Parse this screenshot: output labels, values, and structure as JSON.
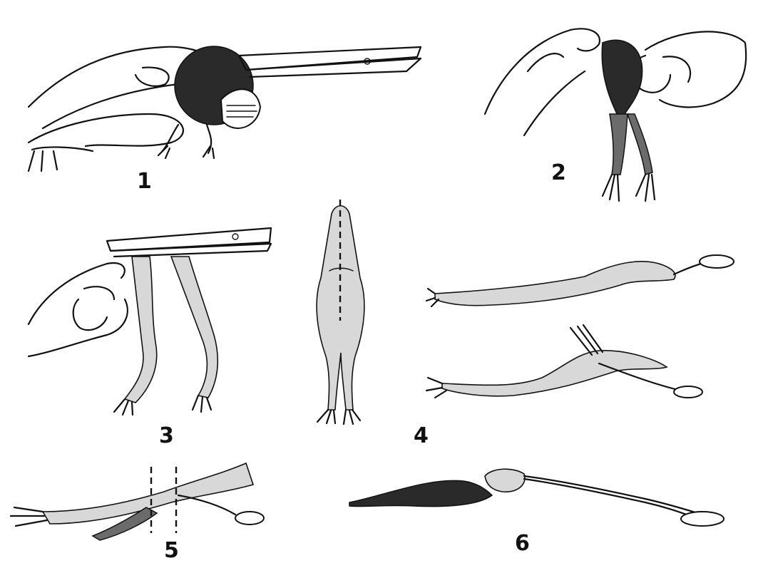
{
  "steps": [
    {
      "label": "1"
    },
    {
      "label": "2"
    },
    {
      "label": "3"
    },
    {
      "label": "4"
    },
    {
      "label": "5"
    },
    {
      "label": "6"
    }
  ]
}
